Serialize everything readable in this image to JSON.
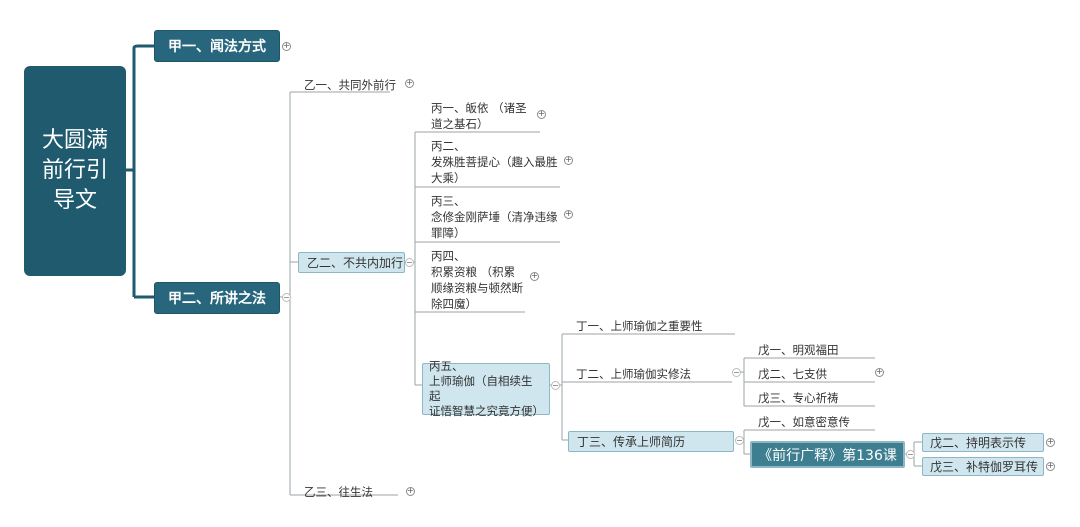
{
  "root": {
    "label": "大圆满前行引导文"
  },
  "level1": [
    {
      "id": "jia1",
      "label": "甲一、闻法方式"
    },
    {
      "id": "jia2",
      "label": "甲二、所讲之法"
    }
  ],
  "level2": [
    {
      "id": "yi1",
      "label": "乙一、共同外前行"
    },
    {
      "id": "yi2",
      "label": "乙二、不共内加行"
    },
    {
      "id": "yi3",
      "label": "乙三、往生法"
    }
  ],
  "level3": [
    {
      "id": "bing1",
      "label": "丙一、皈依 （诸圣\n道之基石）"
    },
    {
      "id": "bing2",
      "label": "丙二、\n发殊胜菩提心（趣入最胜\n大乘）"
    },
    {
      "id": "bing3",
      "label": "丙三、\n念修金刚萨埵（清净违缘\n罪障）"
    },
    {
      "id": "bing4",
      "label": "丙四、\n积累资粮 （积累\n顺缘资粮与顿然断\n除四魔）"
    },
    {
      "id": "bing5",
      "label": "丙五、\n上师瑜伽（自相续生起\n证悟智慧之究竟方便）"
    }
  ],
  "level4": [
    {
      "id": "ding1",
      "label": "丁一、上师瑜伽之重要性"
    },
    {
      "id": "ding2",
      "label": "丁二、上师瑜伽实修法"
    },
    {
      "id": "ding3",
      "label": "丁三、传承上师简历"
    }
  ],
  "level5": [
    {
      "id": "wu_mingguan",
      "label": "戊一、明观福田"
    },
    {
      "id": "wu_qizhi",
      "label": "戊二、七支供"
    },
    {
      "id": "wu_qidao",
      "label": "戊三、专心祈祷"
    },
    {
      "id": "wu_ruyi",
      "label": "戊一、如意密意传"
    }
  ],
  "lesson": {
    "label": "《前行广释》第136课"
  },
  "level6": [
    {
      "id": "wu_chiming",
      "label": "戊二、持明表示传"
    },
    {
      "id": "wu_buteqie",
      "label": "戊三、补特伽罗耳传"
    }
  ],
  "colors": {
    "root": "#1f5a6e",
    "primary": "#27667c",
    "secondary": "#cfe6ee",
    "line": "#1f5a6e"
  }
}
